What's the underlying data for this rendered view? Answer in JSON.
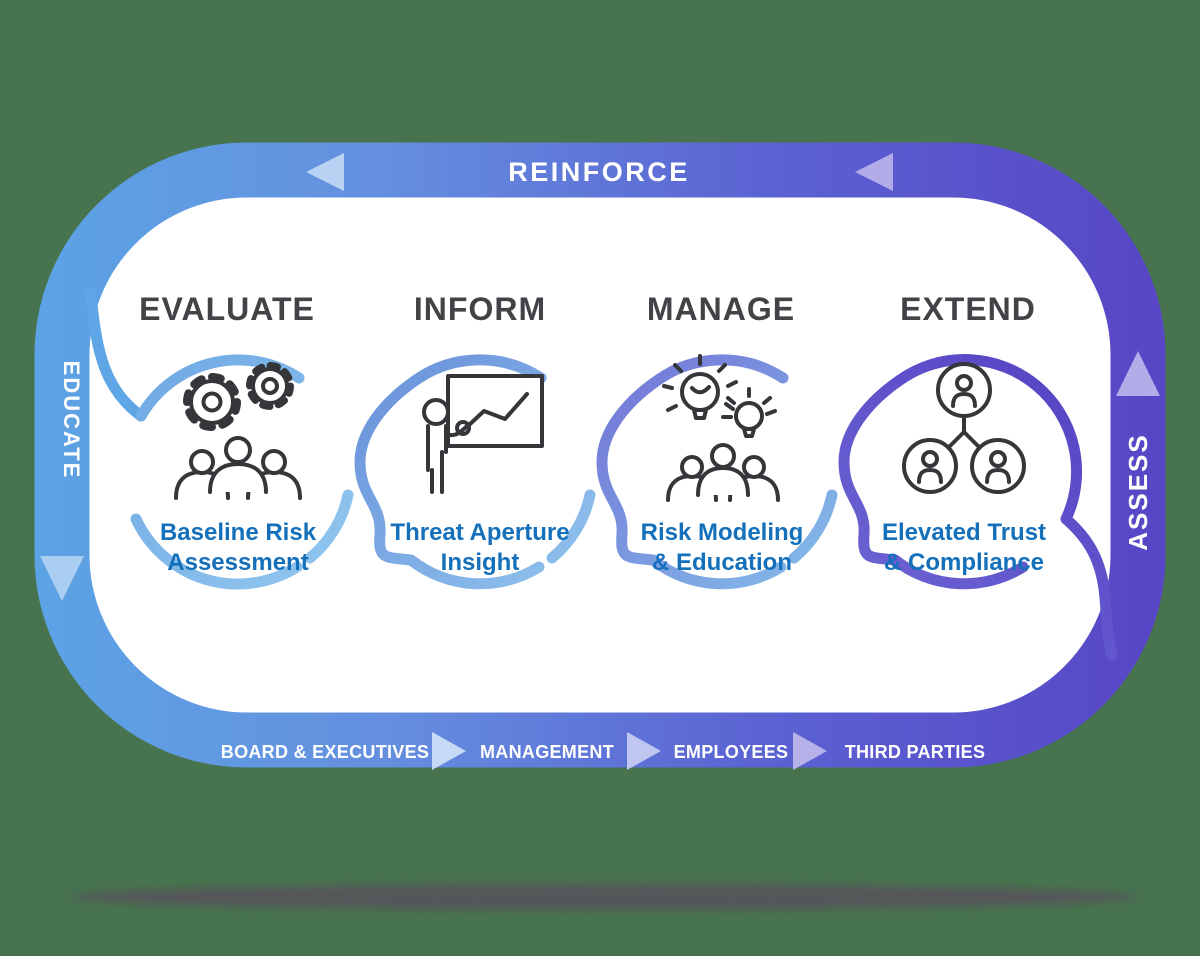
{
  "canvas": {
    "background_color": "#47734F",
    "shadow_color": "#56545A"
  },
  "cycle": {
    "top_label": "REINFORCE",
    "left_label": "EDUCATE",
    "right_label": "ASSESS",
    "direction_icons": [
      "left-arrow-icon",
      "left-arrow-icon",
      "down-arrow-icon",
      "up-arrow-icon"
    ],
    "gradient": {
      "left": "#5CA3E5",
      "mid_blue": "#6590DF",
      "mid_purple": "#5B62D2",
      "right": "#5746C5"
    }
  },
  "audience_flow": {
    "items": [
      "BOARD & EXECUTIVES",
      "MANAGEMENT",
      "EMPLOYEES",
      "THIRD PARTIES"
    ],
    "separator_icon": "right-arrow-icon"
  },
  "stages": [
    {
      "title": "EVALUATE",
      "label_line1": "Baseline Risk",
      "label_line2": "Assessment",
      "icon": "gears-team-icon"
    },
    {
      "title": "INFORM",
      "label_line1": "Threat Aperture",
      "label_line2": "Insight",
      "icon": "presenter-chart-icon"
    },
    {
      "title": "MANAGE",
      "label_line1": "Risk Modeling",
      "label_line2": "& Education",
      "icon": "ideas-team-icon"
    },
    {
      "title": "EXTEND",
      "label_line1": "Elevated Trust",
      "label_line2": "& Compliance",
      "icon": "org-network-icon"
    }
  ],
  "colors": {
    "stage_title": "#414347",
    "stage_label": "#1470BA",
    "icon_stroke": "#343639",
    "arrow_light_blue": "#B7D2F2",
    "arrow_lavender": "#B1ABE8"
  }
}
